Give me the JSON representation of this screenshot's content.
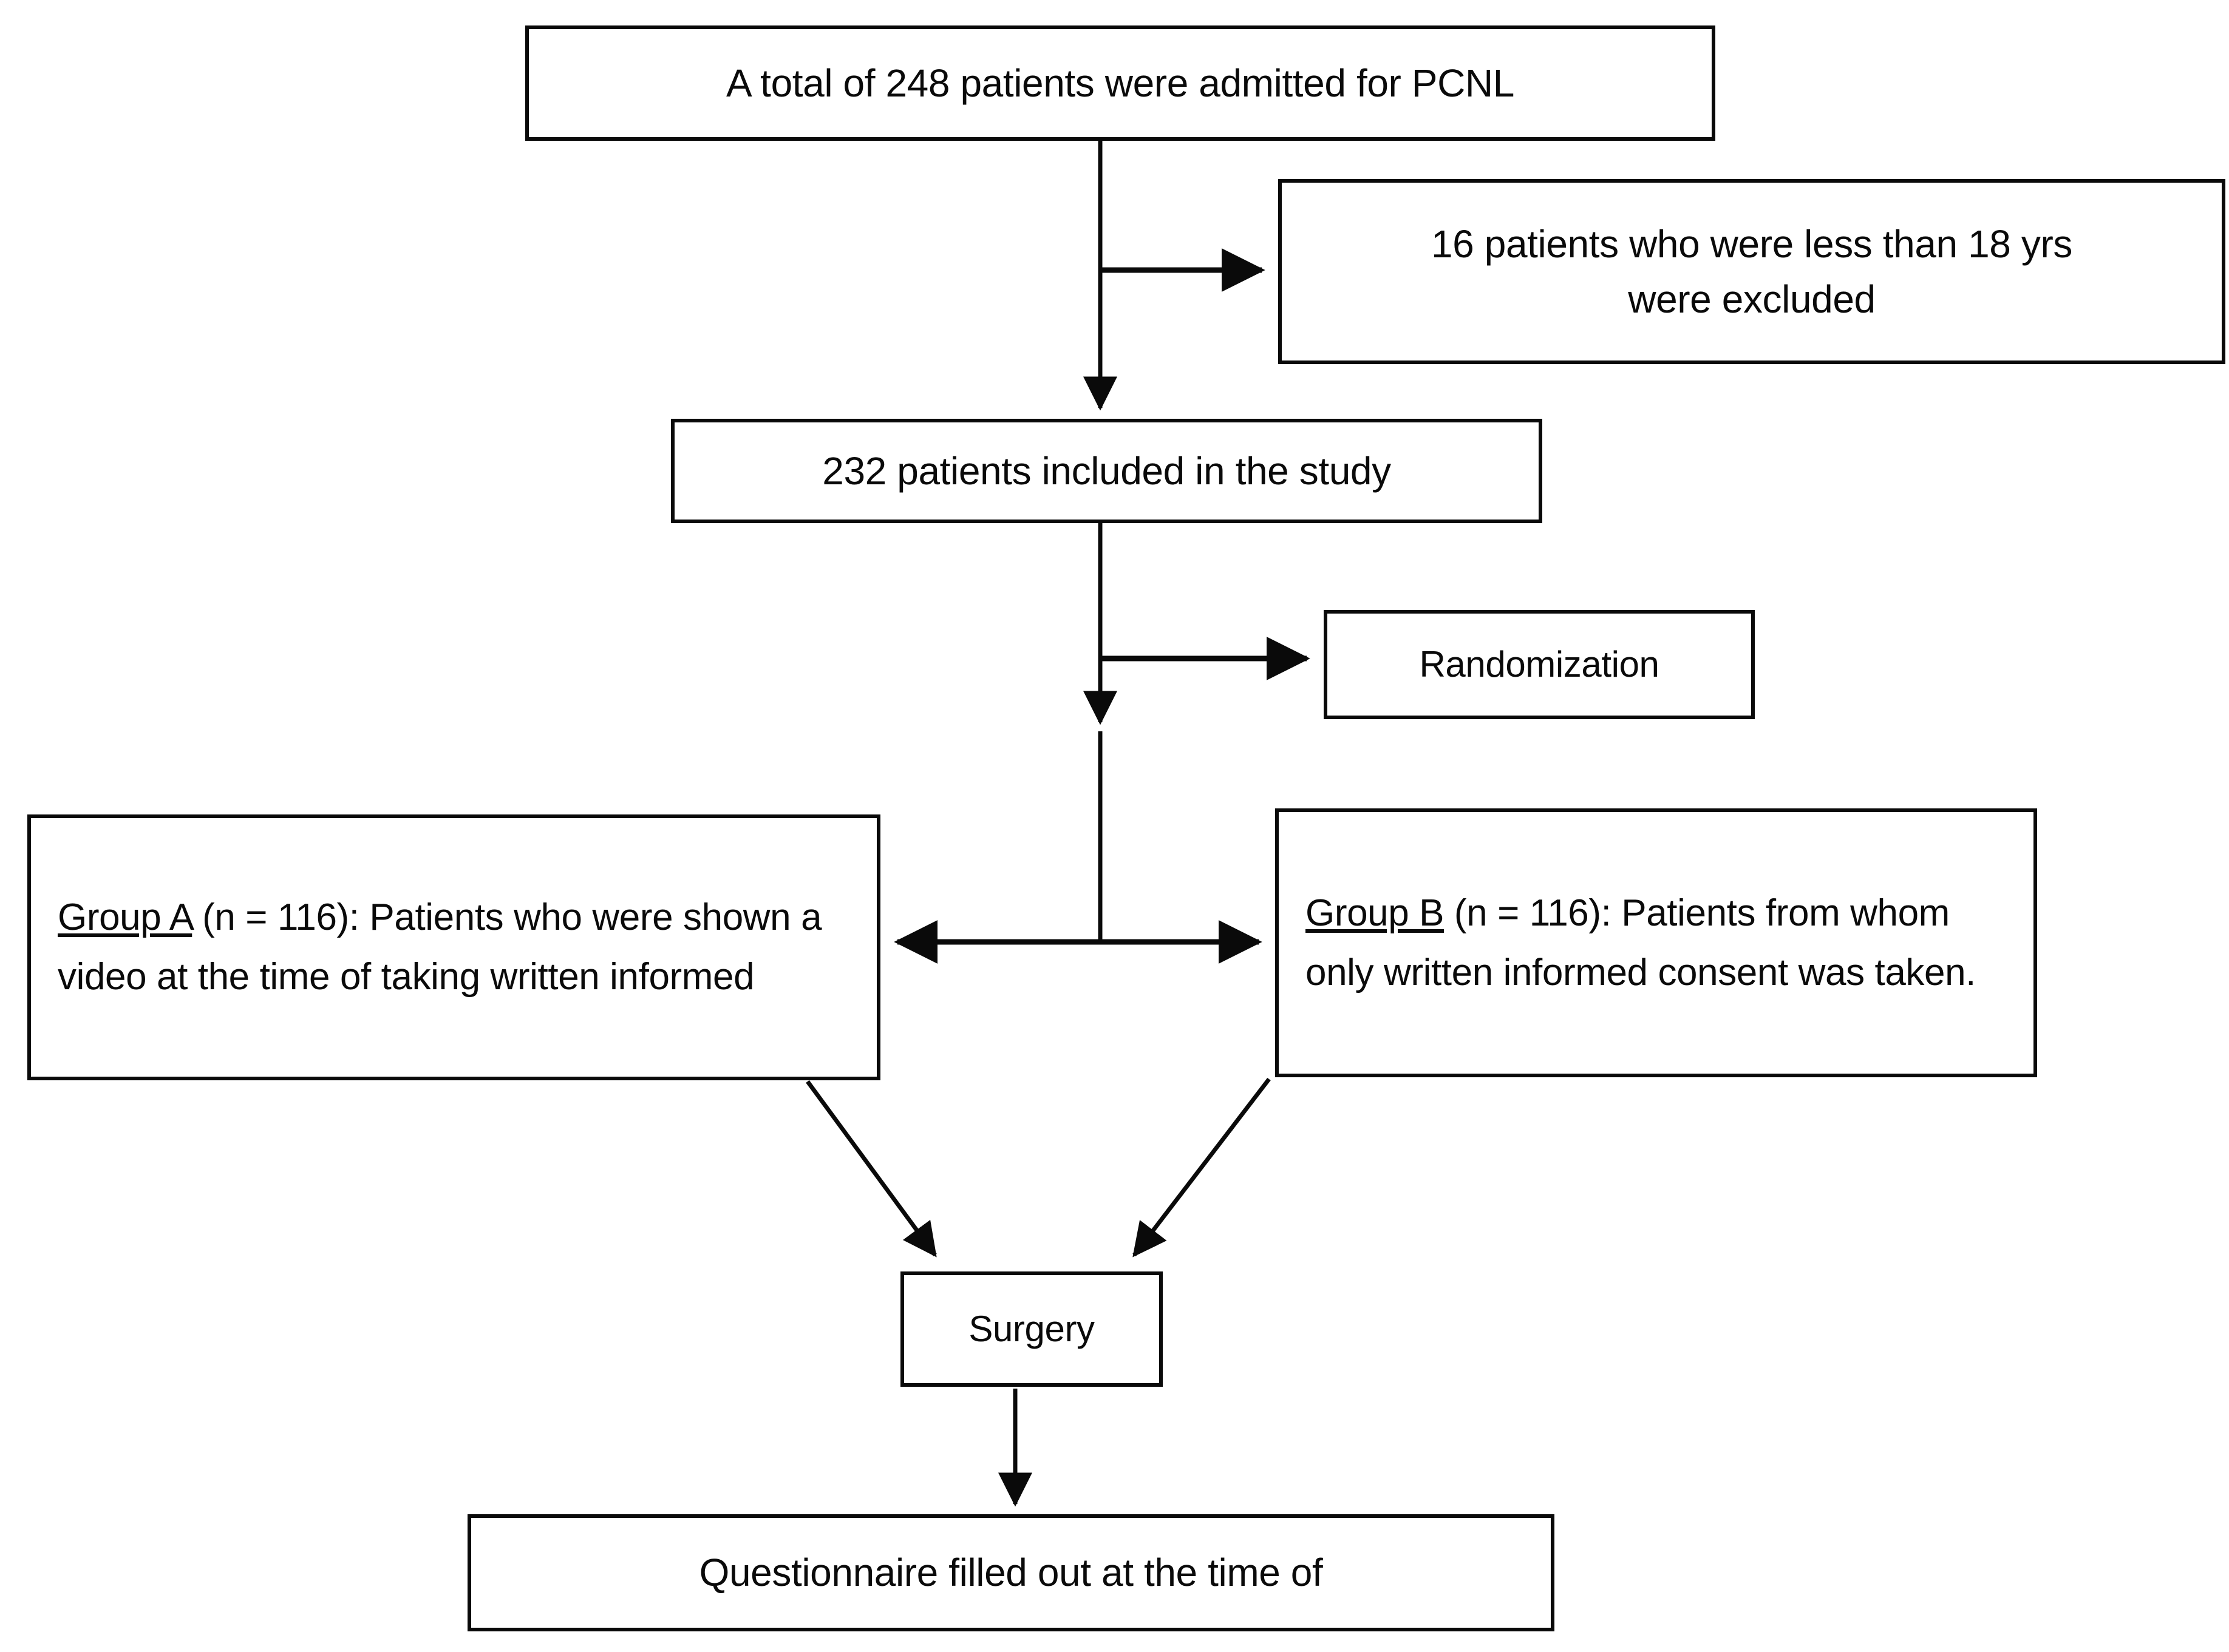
{
  "diagram": {
    "type": "flowchart",
    "title": "PCNL patient enrollment flowchart",
    "line_color": "#0a0a0a",
    "background_color": "#ffffff",
    "nodes": {
      "admitted": {
        "text": "A total of 248 patients were admitted for PCNL",
        "align": "center"
      },
      "excluded": {
        "text": "16 patients who were less than 18 yrs\nwere excluded",
        "align": "center"
      },
      "included": {
        "text": "232 patients included in the study",
        "align": "center"
      },
      "randomization": {
        "text": "Randomization",
        "align": "center"
      },
      "group_a": {
        "label": "Group A",
        "rest": " (n = 116): Patients who were shown a video at the time of taking written informed",
        "align": "left"
      },
      "group_b": {
        "label": "Group B",
        "rest": " (n = 116): Patients from whom only written informed consent was taken.",
        "align": "left"
      },
      "surgery": {
        "text": "Surgery",
        "align": "center"
      },
      "questionnaire": {
        "text": "Questionnaire filled out at the time of",
        "align": "center"
      }
    },
    "edges": [
      {
        "name": "admitted-to-excluded",
        "from": "admitted",
        "to": "excluded",
        "kind": "elbow-right",
        "arrow": "single"
      },
      {
        "name": "admitted-to-included",
        "from": "admitted",
        "to": "included",
        "kind": "vertical",
        "arrow": "single"
      },
      {
        "name": "included-to-randomization",
        "from": "included",
        "to": "randomization",
        "kind": "elbow-right",
        "arrow": "single"
      },
      {
        "name": "included-to-split",
        "from": "included",
        "to": "split-point",
        "kind": "vertical",
        "arrow": "single"
      },
      {
        "name": "split-to-group-a",
        "from": "split-point",
        "to": "group_a",
        "kind": "horizontal-left",
        "arrow": "single"
      },
      {
        "name": "split-to-group-b",
        "from": "split-point",
        "to": "group_b",
        "kind": "horizontal-right",
        "arrow": "single"
      },
      {
        "name": "group-a-to-surgery",
        "from": "group_a",
        "to": "surgery",
        "kind": "diagonal",
        "arrow": "single"
      },
      {
        "name": "group-b-to-surgery",
        "from": "group_b",
        "to": "surgery",
        "kind": "diagonal",
        "arrow": "single"
      },
      {
        "name": "surgery-to-questionnaire",
        "from": "surgery",
        "to": "questionnaire",
        "kind": "vertical",
        "arrow": "single"
      }
    ]
  },
  "chart_data": {
    "type": "diagram",
    "title": "PCNL patient enrollment flowchart",
    "counts": {
      "admitted": 248,
      "excluded_under_18": 16,
      "included": 232,
      "group_a_n": 116,
      "group_b_n": 116
    }
  }
}
